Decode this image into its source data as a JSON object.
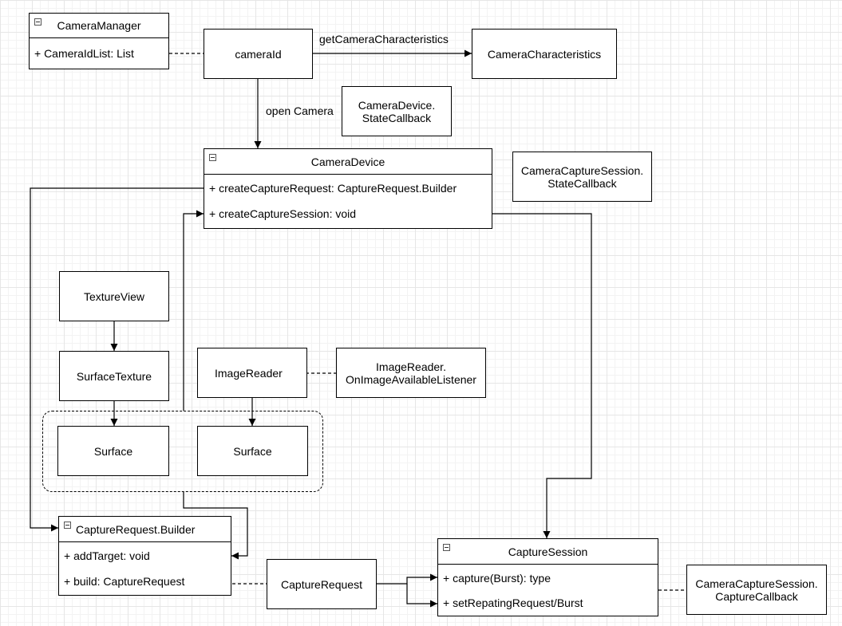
{
  "classes": {
    "camera_manager": {
      "title": "CameraManager",
      "rows": [
        "+ CameraIdList: List"
      ]
    },
    "camera_device": {
      "title": "CameraDevice",
      "rows": [
        "+ createCaptureRequest: CaptureRequest.Builder",
        "+ createCaptureSession: void"
      ]
    },
    "capture_request_builder": {
      "title": "CaptureRequest.Builder",
      "rows": [
        "+ addTarget: void",
        "+ build: CaptureRequest"
      ]
    },
    "capture_session": {
      "title": "CaptureSession",
      "rows": [
        "+ capture(Burst): type",
        "+ setRepatingRequest/Burst"
      ]
    }
  },
  "boxes": {
    "camera_id": "cameraId",
    "camera_characteristics": "CameraCharacteristics",
    "device_state_callback": [
      "CameraDevice.",
      "StateCallback"
    ],
    "session_state_callback": [
      "CameraCaptureSession.",
      "StateCallback"
    ],
    "texture_view": "TextureView",
    "surface_texture": "SurfaceTexture",
    "image_reader": "ImageReader",
    "image_available_listener": [
      "ImageReader.",
      "OnImageAvailableListener"
    ],
    "surface_left": "Surface",
    "surface_right": "Surface",
    "capture_request": "CaptureRequest",
    "capture_callback": [
      "CameraCaptureSession.",
      "CaptureCallback"
    ]
  },
  "edge_labels": {
    "get_characteristics": "getCameraCharacteristics",
    "open_camera": "open Camera"
  },
  "colors": {
    "line": "#000000",
    "grid": "#e6e6e6",
    "background": "#ffffff"
  }
}
